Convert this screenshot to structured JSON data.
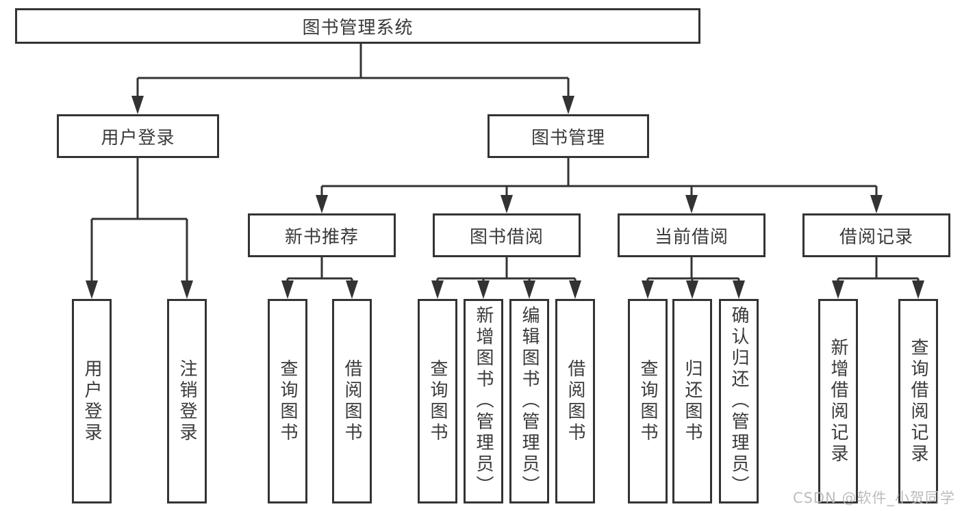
{
  "diagram": {
    "tree": {
      "label": "图书管理系统",
      "children": [
        {
          "label": "用户登录",
          "children": [
            {
              "label": "用户登录"
            },
            {
              "label": "注销登录"
            }
          ]
        },
        {
          "label": "图书管理",
          "children": [
            {
              "label": "新书推荐",
              "children": [
                {
                  "label": "查询图书"
                },
                {
                  "label": "借阅图书"
                }
              ]
            },
            {
              "label": "图书借阅",
              "children": [
                {
                  "label": "查询图书"
                },
                {
                  "label": "新增图书（管理员）"
                },
                {
                  "label": "编辑图书（管理员）"
                },
                {
                  "label": "借阅图书"
                }
              ]
            },
            {
              "label": "当前借阅",
              "children": [
                {
                  "label": "查询图书"
                },
                {
                  "label": "归还图书"
                },
                {
                  "label": "确认归还（管理员）"
                }
              ]
            },
            {
              "label": "借阅记录",
              "children": [
                {
                  "label": "新增借阅记录"
                },
                {
                  "label": "查询借阅记录"
                }
              ]
            }
          ]
        }
      ]
    },
    "line_color": "#333333",
    "background_color": "#ffffff"
  },
  "watermark": {
    "text": "CSDN @软件_小贺同学"
  }
}
